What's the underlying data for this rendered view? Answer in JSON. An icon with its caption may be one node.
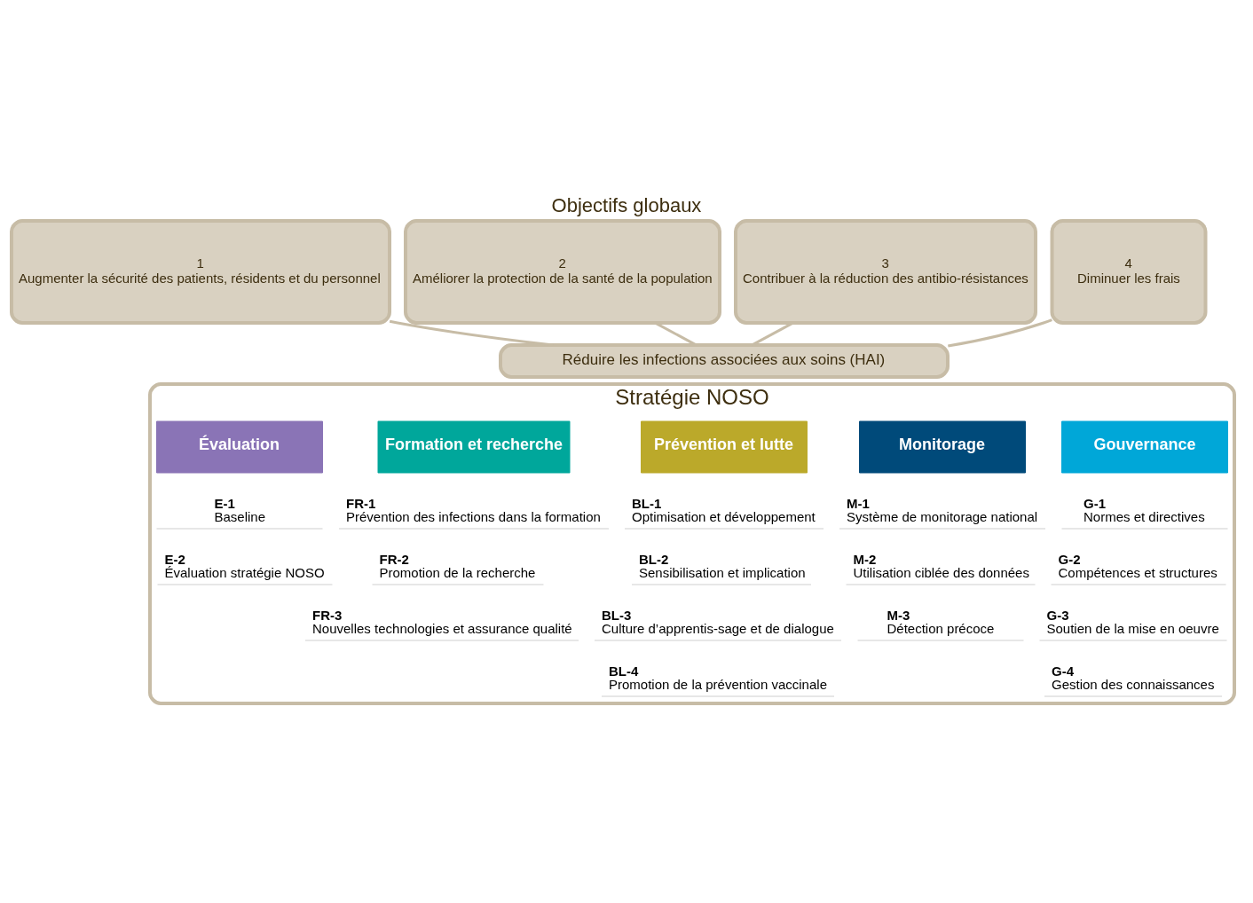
{
  "diagram": {
    "title": "Objectifs globaux",
    "nodes": [
      {
        "text": [
          "1",
          "Augmenter la sécurité des patients, résidents et du personnel"
        ]
      },
      {
        "text": [
          "2",
          "Améliorer la protection de la santé de la population"
        ]
      },
      {
        "text": [
          "3",
          "Contribuer à la réduction des antibio-résistances"
        ]
      },
      {
        "text": [
          "4",
          "Diminuer les frais"
        ]
      },
      {
        "text": [
          "Réduire les infections associées aux soins (HAI)"
        ]
      },
      {
        "text": [
          "Stratégie NOSO"
        ]
      },
      {
        "text": [
          "Gouvernance"
        ],
        "in": 5
      },
      {
        "text": [
          "G-1",
          "Normes et directives"
        ],
        "in": 5
      },
      {
        "text": [
          "G-2",
          "Compétences et structures"
        ],
        "in": 5
      },
      {
        "text": [
          "G-3",
          "Soutien de la mise en oeuvre"
        ],
        "in": 5
      },
      {
        "text": [
          "G-4",
          "Gestion des connaissances"
        ],
        "in": 5
      },
      {
        "text": [
          "Monitorage"
        ],
        "in": 5
      },
      {
        "text": [
          "M-1",
          "Système de monitorage national"
        ],
        "in": 5
      },
      {
        "text": [
          "M-2",
          "Utilisation ciblée des données"
        ],
        "in": 5
      },
      {
        "text": [
          "M-3",
          "Détection précoce"
        ],
        "in": 5
      },
      {
        "text": [
          "Prévention et lutte"
        ],
        "in": 5
      },
      {
        "text": [
          "BL-1",
          "Optimisation et développement"
        ],
        "in": 5
      },
      {
        "text": [
          "BL-2",
          "Sensibilisation et implication"
        ],
        "in": 5
      },
      {
        "text": [
          "BL-3",
          "Culture d’apprentis-sage et de dialogue"
        ],
        "in": 5
      },
      {
        "text": [
          "BL-4",
          "Promotion de la prévention vaccinale"
        ],
        "in": 5
      },
      {
        "text": [
          "Formation et recherche"
        ],
        "in": 5
      },
      {
        "text": [
          "FR-1",
          "Prévention des infections dans la formation"
        ],
        "in": 5
      },
      {
        "text": [
          "FR-2",
          "Promotion de la recherche"
        ],
        "in": 5
      },
      {
        "text": [
          "FR-3",
          "Nouvelles technologies et assurance qualité"
        ],
        "in": 5
      },
      {
        "text": [
          "Évaluation"
        ],
        "in": 5
      },
      {
        "text": [
          "E-1",
          "Baseline"
        ],
        "in": 5
      },
      {
        "text": [
          "E-2",
          "Évaluation stratégie NOSO"
        ],
        "in": 5
      }
    ],
    "edges": [
      {
        "from": 0,
        "to": 4,
        "arrow": "none"
      },
      {
        "from": 1,
        "to": 4,
        "arrow": "none"
      },
      {
        "from": 2,
        "to": 4,
        "arrow": "none"
      },
      {
        "from": 3,
        "to": 4,
        "arrow": "none"
      }
    ]
  }
}
